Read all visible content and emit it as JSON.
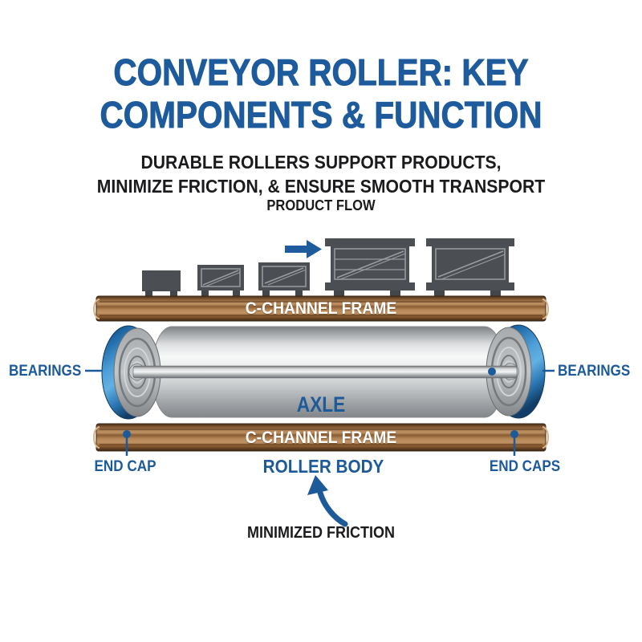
{
  "header": {
    "title_line1": "CONVEYOR ROLLER: KEY",
    "title_line2": "COMPONENTS & FUNCTION",
    "subtitle_line1": "DURABLE ROLLERS SUPPORT PRODUCTS,",
    "subtitle_line2": "MINIMIZE FRICTION, & ENSURE SMOOTH TRANSPORT"
  },
  "flow": {
    "label": "PRODUCT FLOW",
    "arrow_icon": "right-arrow-icon",
    "crates_count": 5
  },
  "frames": {
    "top_label": "C-CHANNEL FRAME",
    "bottom_label": "C-CHANNEL FRAME"
  },
  "roller": {
    "axle_label": "AXLE",
    "bearings_left_label": "BEARINGS",
    "bearings_right_label": "BEARINGS",
    "end_cap_label": "END CAP",
    "roller_body_label": "ROLLER BODY",
    "end_caps_label": "END CAPS"
  },
  "friction": {
    "label": "MINIMIZED FRICTION",
    "arrow_icon": "curved-up-arrow-icon"
  },
  "colors": {
    "heading_blue": "#1d5b9c",
    "label_blue": "#1d5a99",
    "body_text": "#1b1b1d",
    "frame_brown": "#a3754a",
    "frame_dark_brown": "#4a3018",
    "frame_label_text": "#ffffff",
    "crate_gray": "#4b4e52",
    "crate_outline_gray": "#9a9da0",
    "bearing_blue": "#3d94d1",
    "roller_gray": "#c9ccce",
    "background": "#ffffff"
  }
}
